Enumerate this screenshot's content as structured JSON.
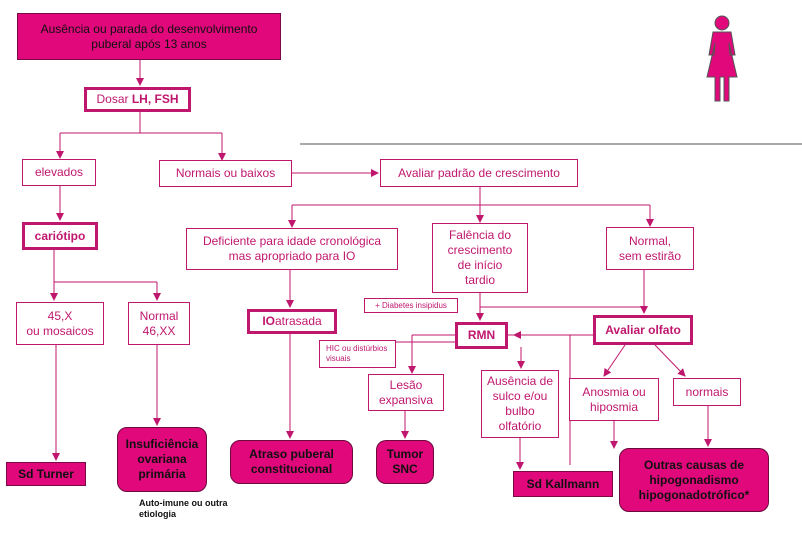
{
  "title_box": "Ausência ou parada do desenvolvimento\npuberal após 13 anos",
  "lhfsh": {
    "prefix": "Dosar ",
    "bold": "LH, FSH"
  },
  "elevados": "elevados",
  "normais_baixos": "Normais ou baixos",
  "avaliar_crescimento": "Avaliar padrão de crescimento",
  "cariotipo": "cariótipo",
  "deficiente": "Deficiente para idade cronológica\nmas apropriado para IO",
  "falencia": "Falência do\ncrescimento\nde início\ntardio",
  "normal_sem_estirao": "Normal,\nsem estirão",
  "karyo_45x": "45,X\nou mosaicos",
  "karyo_normal": "Normal\n46,XX",
  "io_atrasada": {
    "bold": "IO",
    "rest": " atrasada"
  },
  "diabetes": "+ Diabetes insipidus",
  "rmn": "RMN",
  "avaliar_olfato": "Avaliar olfato",
  "hic": "HIC ou distúrbios\nvisuais",
  "lesao": "Lesão\nexpansiva",
  "ausencia_sulco": "Ausência de\nsulco e/ou\nbulbo\nolfatório",
  "anosmia": "Anosmia ou\nhiposmia",
  "normais": "normais",
  "sd_turner": "Sd Turner",
  "insuficiencia": "Insuficiência\novariana\nprimária",
  "atraso": "Atraso puberal\nconstitucional",
  "tumor": "Tumor\nSNC",
  "sd_kallmann": "Sd Kallmann",
  "outras": "Outras causas de\nhipogonadismo\nhipogonadotrófico*",
  "autoimune": "Auto-imune ou outra\netiologia",
  "icon": "female-figure-icon",
  "colors": {
    "line": "#c0176e",
    "fill": "#e0087a",
    "text_dark": "#111111"
  }
}
